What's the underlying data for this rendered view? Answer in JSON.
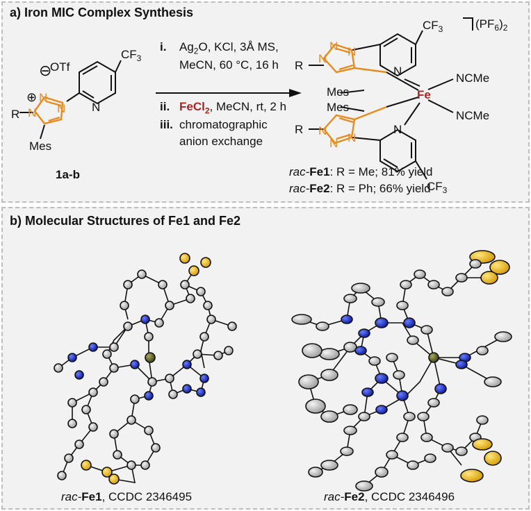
{
  "panel_a": {
    "title": "a) Iron MIC Complex Synthesis",
    "conditions": [
      {
        "num": "i.",
        "text": "Ag2O, KCl, 3Å MS,"
      },
      {
        "num": "",
        "text": "MeCN, 60 °C, 16 h"
      },
      {
        "num": "ii.",
        "reagent": "FeCl2",
        "text": ", MeCN, rt, 2 h"
      },
      {
        "num": "iii.",
        "text": "chromatographic"
      },
      {
        "num": "",
        "text": "anion exchange"
      }
    ],
    "reactant_label": "1a-b",
    "yields": [
      {
        "prefix": "rac-",
        "name": "Fe1",
        "rest": ": R = Me; 81% yield"
      },
      {
        "prefix": "rac-",
        "name": "Fe2",
        "rest": ": R = Ph; 66% yield"
      }
    ],
    "atoms": {
      "otf": "OTf",
      "cf3": "CF3",
      "r": "R",
      "n": "N",
      "mes": "Mes",
      "fe": "Fe",
      "ncme": "NCMe",
      "pf6": "(PF6)2"
    },
    "colors": {
      "triazole": "#e88a1e",
      "iron": "#b22222",
      "bond": "#111111"
    }
  },
  "panel_b": {
    "title": "b) Molecular Structures of Fe1 and Fe2",
    "captions": [
      {
        "prefix": "rac-",
        "name": "Fe1",
        "rest": ", CCDC 2346495"
      },
      {
        "prefix": "rac-",
        "name": "Fe2",
        "rest": ", CCDC 2346496"
      }
    ],
    "colors": {
      "carbon": "#c8c8c8",
      "nitrogen": "#1a2fc9",
      "fluorine": "#f2c020",
      "iron": "#6b6b2a"
    }
  }
}
